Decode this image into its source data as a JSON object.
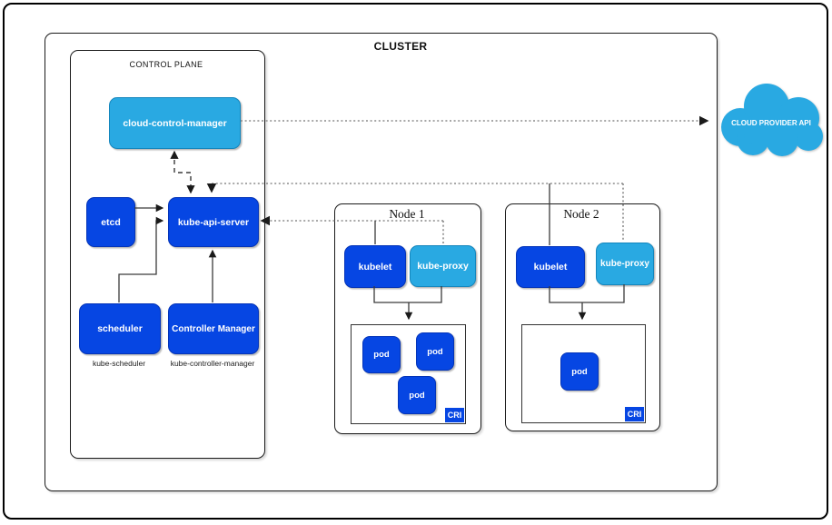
{
  "colors": {
    "dark_blue": "#0646E3",
    "light_blue": "#29A9E2",
    "box_border": "#1a1a1a",
    "connector_solid": "#3a3a3a",
    "connector_dotted": "#8c8c8c"
  },
  "cluster": {
    "label": "CLUSTER"
  },
  "control_plane": {
    "label": "CONTROL PLANE",
    "cloud_control_manager": "cloud-control-manager",
    "etcd": "etcd",
    "kube_api_server": "kube-api-server",
    "scheduler": "scheduler",
    "scheduler_caption": "kube-scheduler",
    "controller_manager": "Controller Manager",
    "controller_manager_caption": "kube-controller-manager"
  },
  "nodes": [
    {
      "title": "Node 1",
      "kubelet": "kubelet",
      "kube_proxy": "kube-proxy",
      "runtime": "CRI",
      "pods": [
        "pod",
        "pod",
        "pod"
      ]
    },
    {
      "title": "Node 2",
      "kubelet": "kubelet",
      "kube_proxy": "kube-proxy",
      "runtime": "CRI",
      "pods": [
        "pod"
      ]
    }
  ],
  "cloud_provider": {
    "label": "CLOUD PROVIDER API"
  }
}
